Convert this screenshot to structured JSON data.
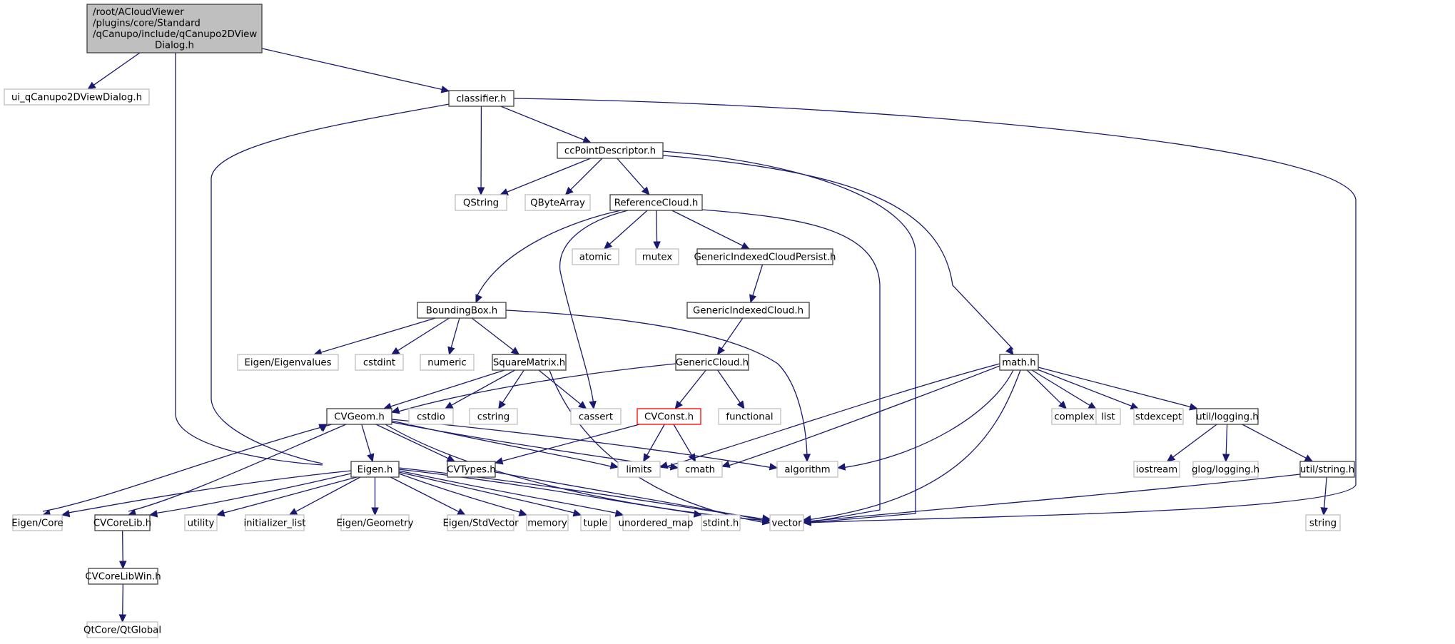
{
  "diagram": {
    "type": "include-dependency-graph",
    "colors": {
      "edge": "#191970",
      "root_fill": "#bfbfbf",
      "internal_border": "#404040",
      "external_border": "#bfbfbf",
      "highlight_border": "#ff0000"
    },
    "nodes": [
      {
        "id": "root",
        "kind": "root",
        "lines": [
          "/root/ACloudViewer",
          "/plugins/core/Standard",
          "/qCanupo/include/qCanupo2DView",
          "Dialog.h"
        ]
      },
      {
        "id": "ui_dialog",
        "kind": "external",
        "lines": [
          "ui_qCanupo2DViewDialog.h"
        ]
      },
      {
        "id": "classifier",
        "kind": "internal",
        "lines": [
          "classifier.h"
        ]
      },
      {
        "id": "ccpointdesc",
        "kind": "internal",
        "lines": [
          "ccPointDescriptor.h"
        ]
      },
      {
        "id": "qstring",
        "kind": "external",
        "lines": [
          "QString"
        ]
      },
      {
        "id": "qbytearray",
        "kind": "external",
        "lines": [
          "QByteArray"
        ]
      },
      {
        "id": "refcloud",
        "kind": "internal",
        "lines": [
          "ReferenceCloud.h"
        ]
      },
      {
        "id": "atomic",
        "kind": "external",
        "lines": [
          "atomic"
        ]
      },
      {
        "id": "mutex",
        "kind": "external",
        "lines": [
          "mutex"
        ]
      },
      {
        "id": "gicp",
        "kind": "internal",
        "lines": [
          "GenericIndexedCloudPersist.h"
        ]
      },
      {
        "id": "gic",
        "kind": "internal",
        "lines": [
          "GenericIndexedCloud.h"
        ]
      },
      {
        "id": "bbox",
        "kind": "internal",
        "lines": [
          "BoundingBox.h"
        ]
      },
      {
        "id": "eigenvalues",
        "kind": "external",
        "lines": [
          "Eigen/Eigenvalues"
        ]
      },
      {
        "id": "cstdint",
        "kind": "external",
        "lines": [
          "cstdint"
        ]
      },
      {
        "id": "numeric",
        "kind": "external",
        "lines": [
          "numeric"
        ]
      },
      {
        "id": "sqmatrix",
        "kind": "internal",
        "lines": [
          "SquareMatrix.h"
        ]
      },
      {
        "id": "gcloud",
        "kind": "internal",
        "lines": [
          "GenericCloud.h"
        ]
      },
      {
        "id": "mathh",
        "kind": "internal",
        "lines": [
          "math.h"
        ]
      },
      {
        "id": "cvgeom",
        "kind": "internal",
        "lines": [
          "CVGeom.h"
        ]
      },
      {
        "id": "cstdio",
        "kind": "external",
        "lines": [
          "cstdio"
        ]
      },
      {
        "id": "cstring",
        "kind": "external",
        "lines": [
          "cstring"
        ]
      },
      {
        "id": "cassert",
        "kind": "external",
        "lines": [
          "cassert"
        ]
      },
      {
        "id": "cvconst",
        "kind": "highlight",
        "lines": [
          "CVConst.h"
        ]
      },
      {
        "id": "functional",
        "kind": "external",
        "lines": [
          "functional"
        ]
      },
      {
        "id": "complex",
        "kind": "external",
        "lines": [
          "complex"
        ]
      },
      {
        "id": "list",
        "kind": "external",
        "lines": [
          "list"
        ]
      },
      {
        "id": "stdexcept",
        "kind": "external",
        "lines": [
          "stdexcept"
        ]
      },
      {
        "id": "utillog",
        "kind": "internal",
        "lines": [
          "util/logging.h"
        ]
      },
      {
        "id": "eigenh",
        "kind": "internal",
        "lines": [
          "Eigen.h"
        ]
      },
      {
        "id": "cvtypes",
        "kind": "internal",
        "lines": [
          "CVTypes.h"
        ]
      },
      {
        "id": "limits",
        "kind": "external",
        "lines": [
          "limits"
        ]
      },
      {
        "id": "cmath",
        "kind": "external",
        "lines": [
          "cmath"
        ]
      },
      {
        "id": "algorithm",
        "kind": "external",
        "lines": [
          "algorithm"
        ]
      },
      {
        "id": "iostream",
        "kind": "external",
        "lines": [
          "iostream"
        ]
      },
      {
        "id": "glog",
        "kind": "external",
        "lines": [
          "glog/logging.h"
        ]
      },
      {
        "id": "utilstring",
        "kind": "internal",
        "lines": [
          "util/string.h"
        ]
      },
      {
        "id": "eigencore",
        "kind": "external",
        "lines": [
          "Eigen/Core"
        ]
      },
      {
        "id": "cvcorelib",
        "kind": "internal",
        "lines": [
          "CVCoreLib.h"
        ]
      },
      {
        "id": "utility",
        "kind": "external",
        "lines": [
          "utility"
        ]
      },
      {
        "id": "initlist",
        "kind": "external",
        "lines": [
          "initializer_list"
        ]
      },
      {
        "id": "eigengeom",
        "kind": "external",
        "lines": [
          "Eigen/Geometry"
        ]
      },
      {
        "id": "eigenstdvec",
        "kind": "external",
        "lines": [
          "Eigen/StdVector"
        ]
      },
      {
        "id": "memory",
        "kind": "external",
        "lines": [
          "memory"
        ]
      },
      {
        "id": "tuple",
        "kind": "external",
        "lines": [
          "tuple"
        ]
      },
      {
        "id": "unordmap",
        "kind": "external",
        "lines": [
          "unordered_map"
        ]
      },
      {
        "id": "stdinth",
        "kind": "external",
        "lines": [
          "stdint.h"
        ]
      },
      {
        "id": "vector",
        "kind": "external",
        "lines": [
          "vector"
        ]
      },
      {
        "id": "string",
        "kind": "external",
        "lines": [
          "string"
        ]
      },
      {
        "id": "cvcorelibwin",
        "kind": "internal",
        "lines": [
          "CVCoreLibWin.h"
        ]
      },
      {
        "id": "qtglobal",
        "kind": "external",
        "lines": [
          "QtCore/QtGlobal"
        ]
      }
    ],
    "edges": [
      [
        "root",
        "ui_dialog"
      ],
      [
        "root",
        "classifier"
      ],
      [
        "root",
        "cvgeom"
      ],
      [
        "classifier",
        "ccpointdesc"
      ],
      [
        "classifier",
        "qstring"
      ],
      [
        "classifier",
        "cvgeom"
      ],
      [
        "classifier",
        "vector"
      ],
      [
        "ccpointdesc",
        "qstring"
      ],
      [
        "ccpointdesc",
        "qbytearray"
      ],
      [
        "ccpointdesc",
        "refcloud"
      ],
      [
        "ccpointdesc",
        "mathh"
      ],
      [
        "ccpointdesc",
        "vector"
      ],
      [
        "refcloud",
        "atomic"
      ],
      [
        "refcloud",
        "mutex"
      ],
      [
        "refcloud",
        "gicp"
      ],
      [
        "refcloud",
        "bbox"
      ],
      [
        "refcloud",
        "cassert"
      ],
      [
        "refcloud",
        "vector"
      ],
      [
        "gicp",
        "gic"
      ],
      [
        "gic",
        "gcloud"
      ],
      [
        "bbox",
        "eigenvalues"
      ],
      [
        "bbox",
        "cstdint"
      ],
      [
        "bbox",
        "numeric"
      ],
      [
        "bbox",
        "sqmatrix"
      ],
      [
        "bbox",
        "algorithm"
      ],
      [
        "sqmatrix",
        "cvgeom"
      ],
      [
        "sqmatrix",
        "cstdio"
      ],
      [
        "sqmatrix",
        "cstring"
      ],
      [
        "sqmatrix",
        "cassert"
      ],
      [
        "sqmatrix",
        "vector"
      ],
      [
        "gcloud",
        "cvgeom"
      ],
      [
        "gcloud",
        "cvconst"
      ],
      [
        "gcloud",
        "functional"
      ],
      [
        "cvconst",
        "cvtypes"
      ],
      [
        "cvconst",
        "limits"
      ],
      [
        "cvconst",
        "cmath"
      ],
      [
        "mathh",
        "limits"
      ],
      [
        "mathh",
        "cmath"
      ],
      [
        "mathh",
        "algorithm"
      ],
      [
        "mathh",
        "vector"
      ],
      [
        "mathh",
        "complex"
      ],
      [
        "mathh",
        "list"
      ],
      [
        "mathh",
        "stdexcept"
      ],
      [
        "mathh",
        "utillog"
      ],
      [
        "utillog",
        "iostream"
      ],
      [
        "utillog",
        "glog"
      ],
      [
        "utillog",
        "utilstring"
      ],
      [
        "utilstring",
        "vector"
      ],
      [
        "utilstring",
        "string"
      ],
      [
        "cvgeom",
        "eigenh"
      ],
      [
        "cvgeom",
        "cvtypes"
      ],
      [
        "cvgeom",
        "eigencore"
      ],
      [
        "cvgeom",
        "cvcorelib"
      ],
      [
        "cvgeom",
        "limits"
      ],
      [
        "cvgeom",
        "cmath"
      ],
      [
        "cvgeom",
        "algorithm"
      ],
      [
        "cvgeom",
        "vector"
      ],
      [
        "eigenh",
        "eigencore"
      ],
      [
        "eigenh",
        "cvcorelib"
      ],
      [
        "eigenh",
        "utility"
      ],
      [
        "eigenh",
        "initlist"
      ],
      [
        "eigenh",
        "eigengeom"
      ],
      [
        "eigenh",
        "eigenstdvec"
      ],
      [
        "eigenh",
        "memory"
      ],
      [
        "eigenh",
        "tuple"
      ],
      [
        "eigenh",
        "unordmap"
      ],
      [
        "eigenh",
        "stdinth"
      ],
      [
        "eigenh",
        "vector"
      ],
      [
        "cvtypes",
        "vector"
      ],
      [
        "cvcorelib",
        "cvcorelibwin"
      ],
      [
        "cvcorelibwin",
        "qtglobal"
      ]
    ]
  }
}
